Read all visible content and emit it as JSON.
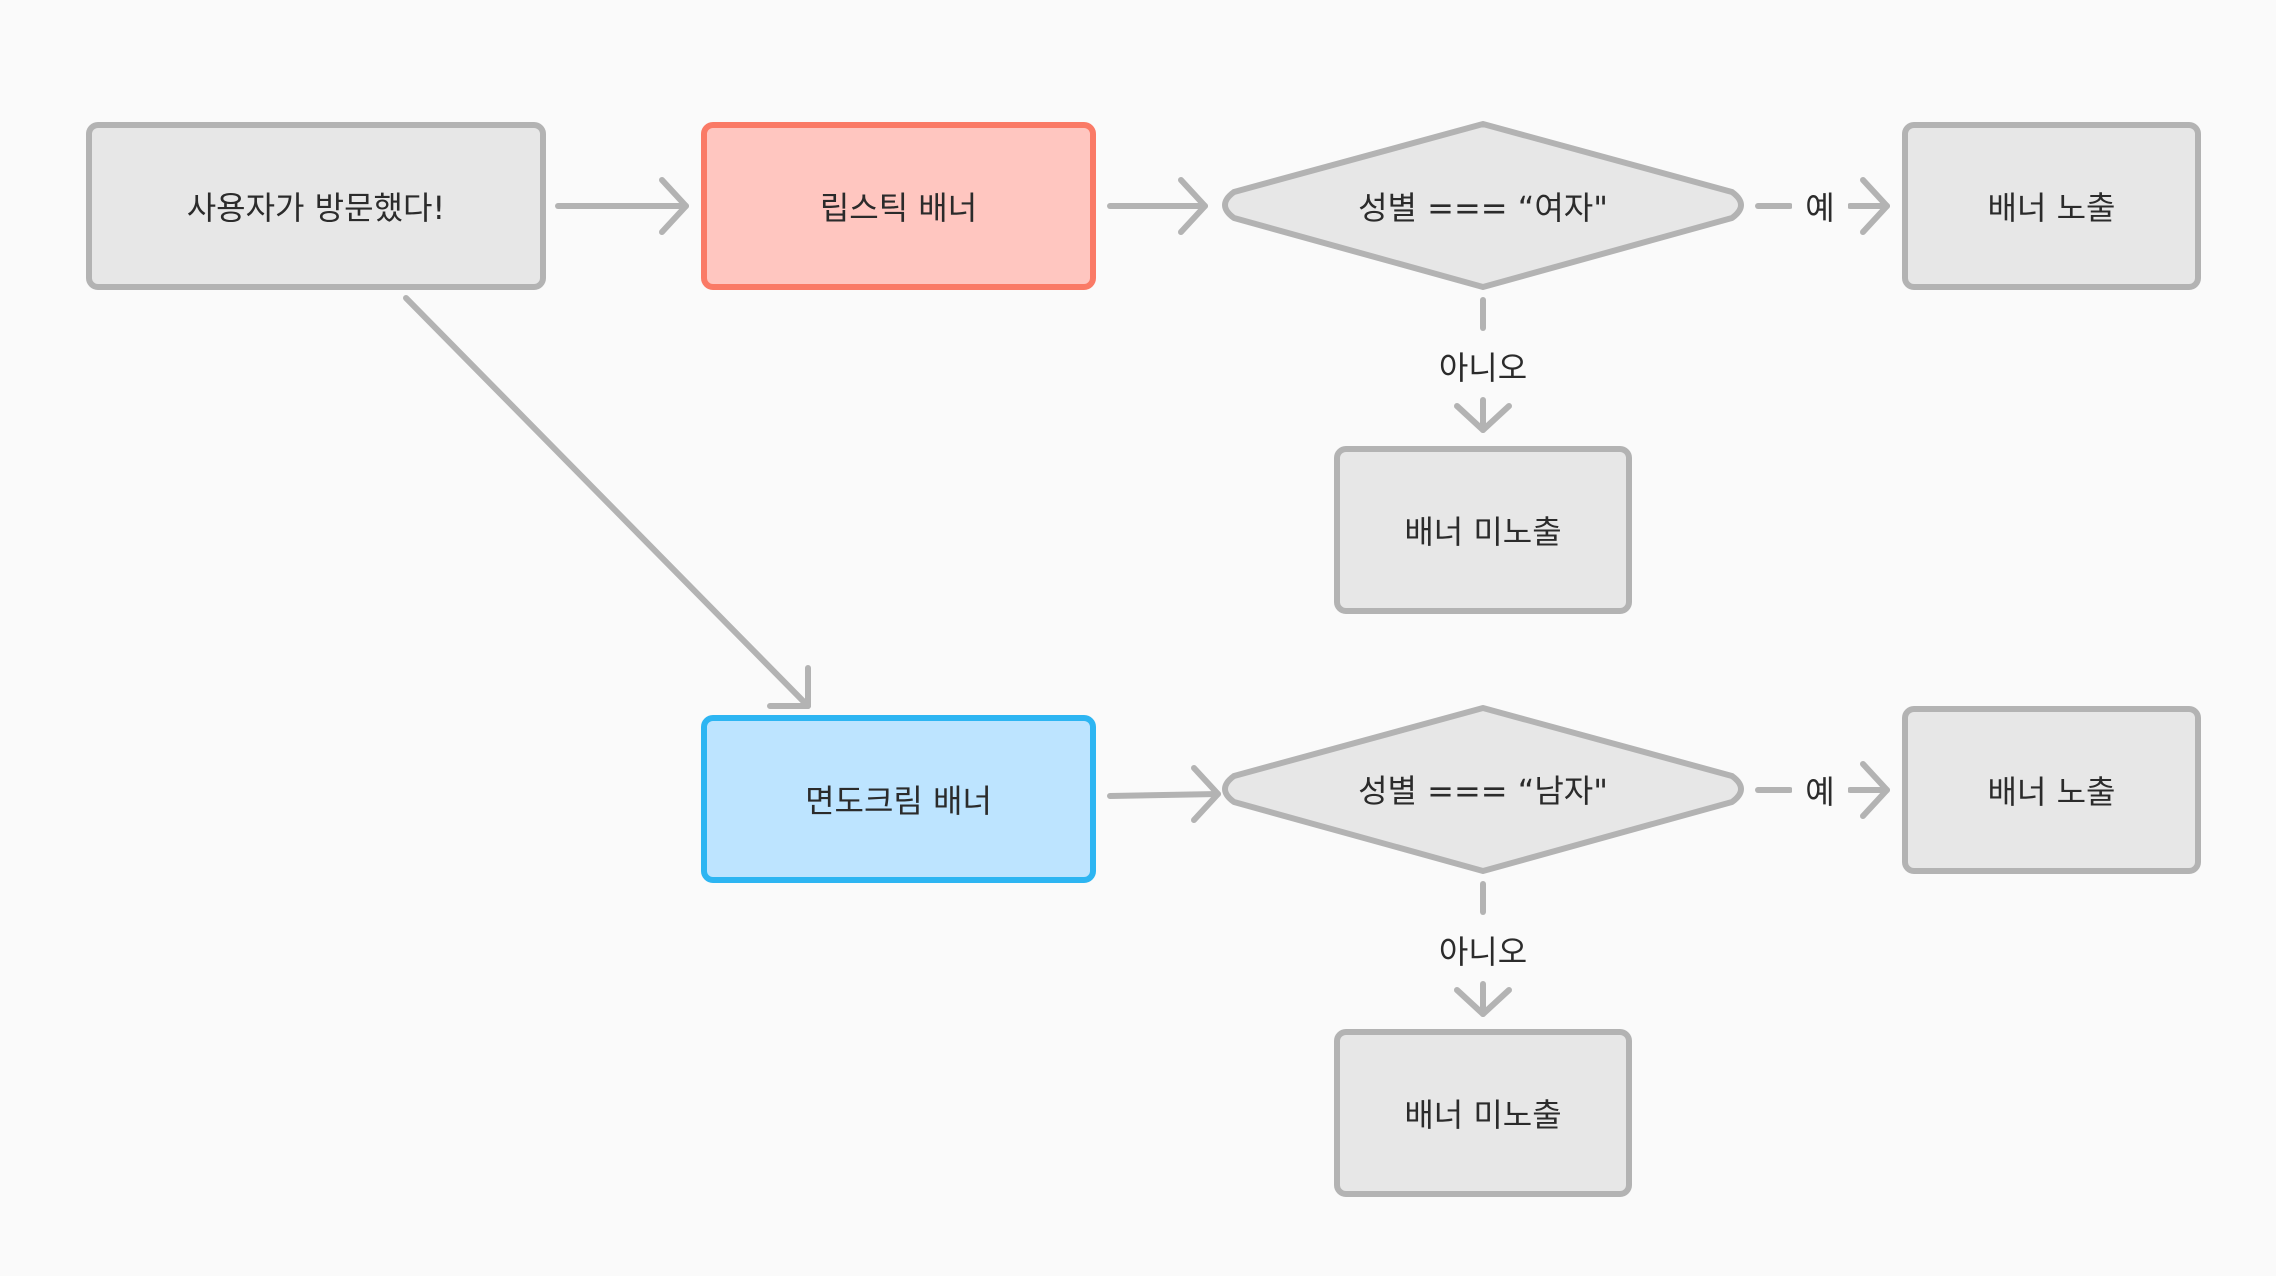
{
  "colors": {
    "background": "#fafafa",
    "node_fill": "#e7e7e7",
    "node_stroke": "#b3b3b3",
    "lipstick_fill": "#ffc6c0",
    "lipstick_stroke": "#fa7a66",
    "shaving_fill": "#bde4ff",
    "shaving_stroke": "#2db5f2",
    "arrow": "#b3b3b3",
    "text": "#2b2b2b"
  },
  "nodes": {
    "visit": "사용자가 방문했다!",
    "lipstick_banner": "립스틱 배너",
    "shaving_banner": "면도크림 배너",
    "decision_female": "성별 === “여자\"",
    "decision_male": "성별 === “남자\"",
    "show_banner_1": "배너 노출",
    "show_banner_2": "배너 노출",
    "hide_banner_1": "배너 미노출",
    "hide_banner_2": "배너 미노출"
  },
  "edges": {
    "yes_1": "예",
    "no_1": "아니오",
    "yes_2": "예",
    "no_2": "아니오"
  }
}
